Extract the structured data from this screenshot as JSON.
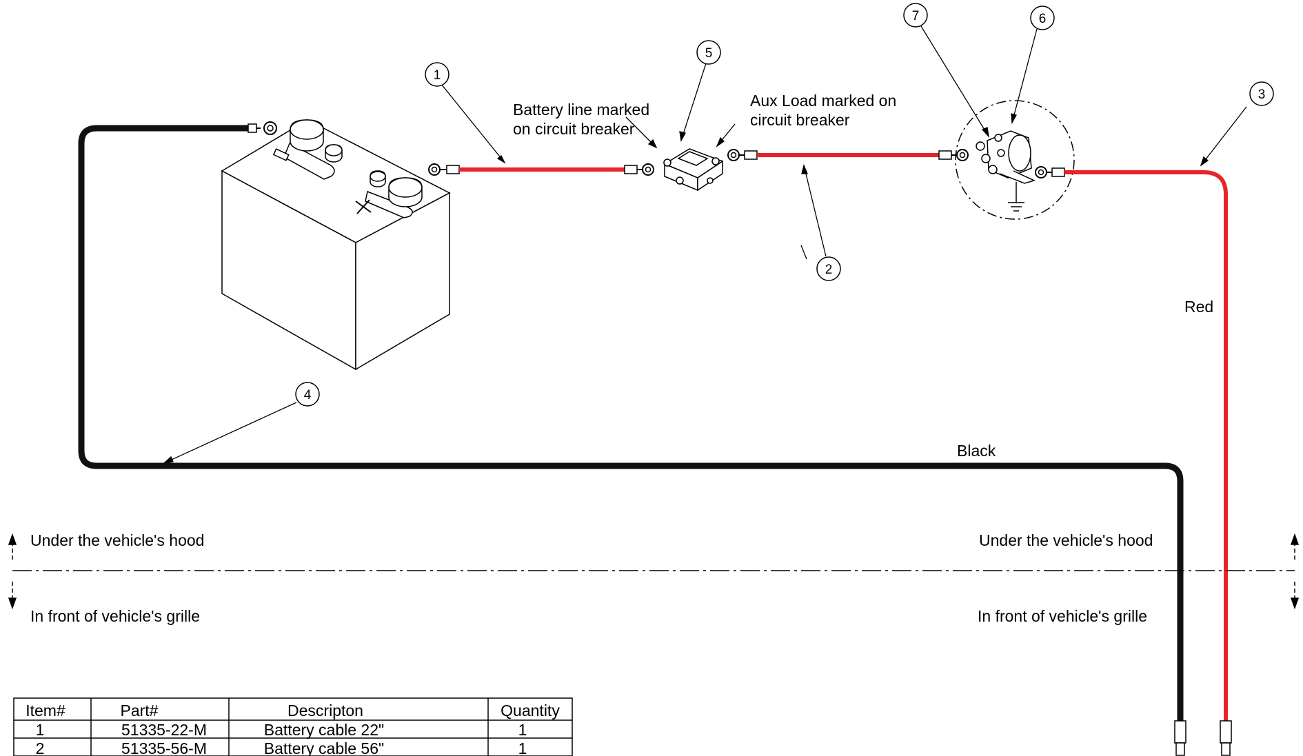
{
  "callouts": [
    "1",
    "2",
    "3",
    "4",
    "5",
    "6",
    "7"
  ],
  "labels": {
    "battery_line_1": "Battery line marked",
    "battery_line_2": "on circuit breaker",
    "aux_load_1": "Aux Load marked on",
    "aux_load_2": "circuit breaker",
    "red": "Red",
    "black": "Black",
    "under_hood_left": "Under the vehicle's hood",
    "under_hood_right": "Under the vehicle's hood",
    "front_grille_left": "In front of vehicle's grille",
    "front_grille_right": "In front of vehicle's grille"
  },
  "parts_table": {
    "headers": [
      "Item#",
      "Part#",
      "Descripton",
      "Quantity"
    ],
    "rows": [
      [
        "1",
        "51335-22-M",
        "Battery cable 22\"",
        "1"
      ],
      [
        "2",
        "51335-56-M",
        "Battery cable 56\"",
        "1"
      ]
    ]
  },
  "colors": {
    "red_cable": "#e8242a",
    "black_cable": "#111111"
  }
}
